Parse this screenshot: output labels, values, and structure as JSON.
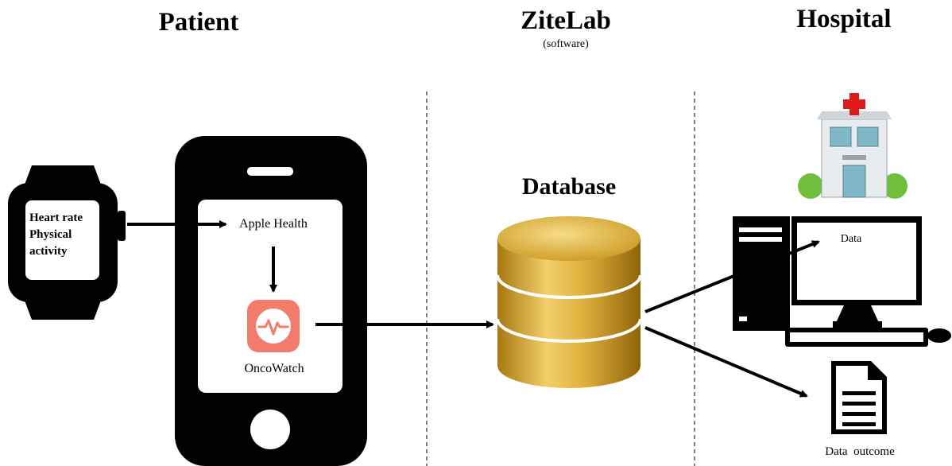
{
  "columns": {
    "patient": "Patient",
    "zitelab": "ZiteLab",
    "zitelab_sub": "(software)",
    "hospital": "Hospital"
  },
  "watch": {
    "line1": "Heart rate",
    "line2": "Physical",
    "line3": "activity"
  },
  "phone": {
    "apple_health": "Apple Health",
    "app_name": "OncoWatch",
    "app_color": "#f27b6b"
  },
  "database": {
    "title": "Database",
    "color": "#d9a52a"
  },
  "hospital": {
    "monitor_label": "Data",
    "outcome_label": "Data  outcome",
    "cross_color": "#e01b1b"
  }
}
